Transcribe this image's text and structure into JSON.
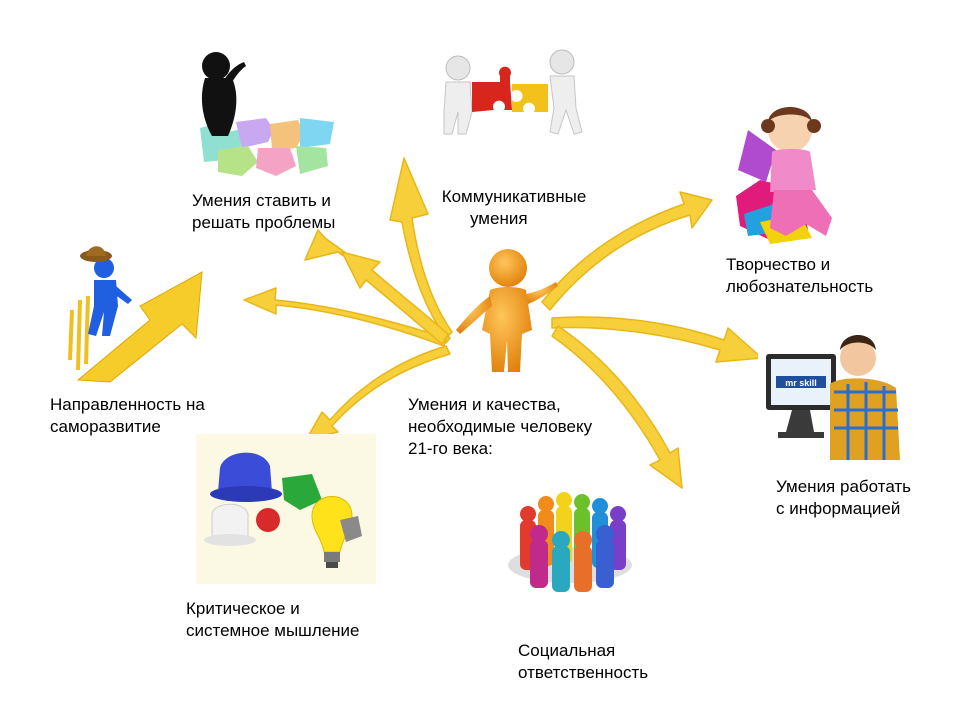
{
  "center": {
    "lines": [
      "Умения и качества,",
      "необходимые человеку",
      "21-го века:"
    ]
  },
  "skills": [
    {
      "id": "problems",
      "lines": [
        "Умения ставить и",
        "решать проблемы"
      ]
    },
    {
      "id": "communication",
      "lines": [
        "Коммуникативные",
        "умения"
      ]
    },
    {
      "id": "creativity",
      "lines": [
        "Творчество и",
        "любознательность"
      ]
    },
    {
      "id": "information",
      "lines": [
        "Умения работать",
        "с информацией"
      ]
    },
    {
      "id": "social",
      "lines": [
        "Социальная",
        "ответственность"
      ]
    },
    {
      "id": "critical",
      "lines": [
        "Критическое и",
        "системное мышление"
      ]
    },
    {
      "id": "self-development",
      "lines": [
        "Направленность на",
        "саморазвитие"
      ]
    }
  ],
  "monitor_brand": "mr skill",
  "colors": {
    "arrow": "#f7cf3a",
    "arrow_stroke": "#e8b618",
    "figure": "#f39a1e"
  }
}
